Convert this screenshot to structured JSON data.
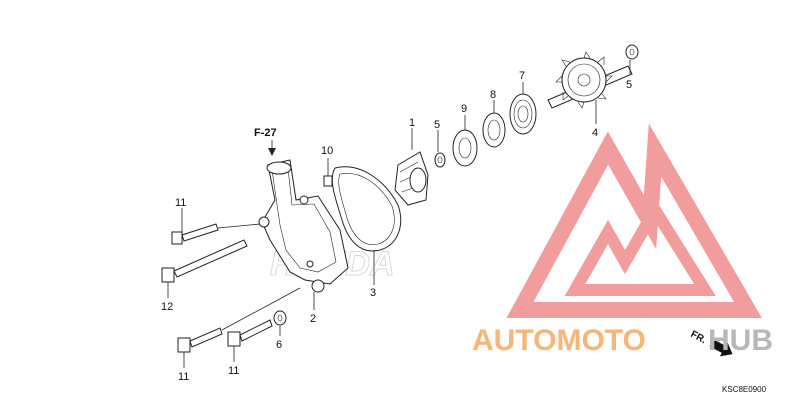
{
  "diagram": {
    "reference": "F-27",
    "code": "KSC8E0900",
    "callouts": [
      {
        "id": "c1",
        "label": "1"
      },
      {
        "id": "c2",
        "label": "2"
      },
      {
        "id": "c3",
        "label": "3"
      },
      {
        "id": "c4",
        "label": "4"
      },
      {
        "id": "c5a",
        "label": "5"
      },
      {
        "id": "c5b",
        "label": "5"
      },
      {
        "id": "c6",
        "label": "6"
      },
      {
        "id": "c7",
        "label": "7"
      },
      {
        "id": "c8",
        "label": "8"
      },
      {
        "id": "c9",
        "label": "9"
      },
      {
        "id": "c10",
        "label": "10"
      },
      {
        "id": "c11a",
        "label": "11"
      },
      {
        "id": "c11b",
        "label": "11"
      },
      {
        "id": "c11c",
        "label": "11"
      },
      {
        "id": "c12",
        "label": "12"
      }
    ],
    "front_marker": "FR.",
    "background_brand": "HONDA"
  },
  "watermark": {
    "part1": "AUTOMOTO",
    "part2": "HUB",
    "color_orange": "#f5b678",
    "color_red": "#f08c8c",
    "color_gray": "#b8b8b8"
  }
}
